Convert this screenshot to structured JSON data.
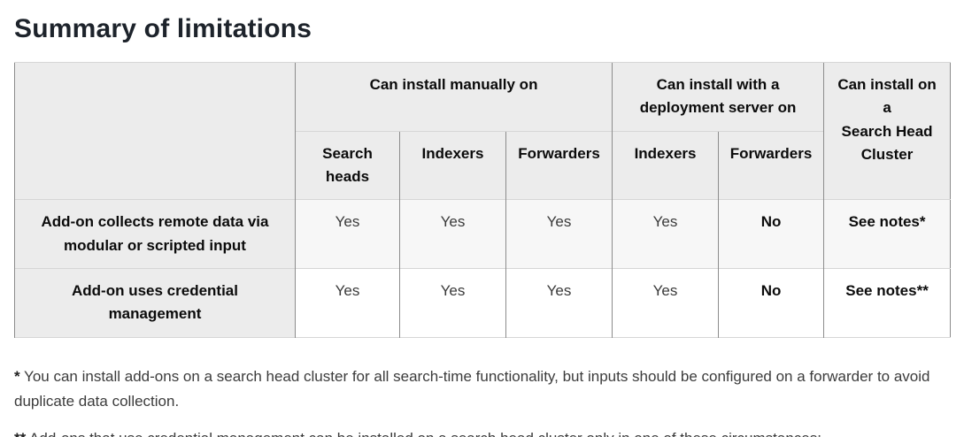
{
  "page_title": "Summary of limitations",
  "table": {
    "header_groups": {
      "manual": "Can install manually on",
      "deployment": [
        "Can install with a",
        "deployment server on"
      ],
      "search_head_cluster": [
        "Can install on",
        "a",
        "Search Head",
        "Cluster"
      ]
    },
    "subheaders": [
      [
        "Search",
        "heads"
      ],
      "Indexers",
      "Forwarders",
      "Indexers",
      "Forwarders"
    ],
    "rows": [
      {
        "label": "Add-on collects remote data via modular or scripted input",
        "values": [
          "Yes",
          "Yes",
          "Yes",
          "Yes",
          "No",
          "See notes*"
        ]
      },
      {
        "label": "Add-on uses credential management",
        "values": [
          "Yes",
          "Yes",
          "Yes",
          "Yes",
          "No",
          "See notes**"
        ]
      }
    ]
  },
  "footnotes": [
    {
      "marker": "*",
      "text": "You can install add-ons on a search head cluster for all search-time functionality, but inputs should be configured on a forwarder to avoid duplicate data collection."
    },
    {
      "marker": "**",
      "text": "Add-ons that use credential management can be installed on a search head cluster only in one of these circumstances:"
    }
  ],
  "colors": {
    "title_text": "#1d232b",
    "header_cell_bg": "#ececec",
    "label_cell_bg": "#ececec",
    "odd_row_bg": "#f7f7f7",
    "even_row_bg": "#ffffff",
    "vertical_border": "#8c8c8c",
    "horizontal_border": "#d6d6d6",
    "body_text": "#3c3c3c"
  }
}
